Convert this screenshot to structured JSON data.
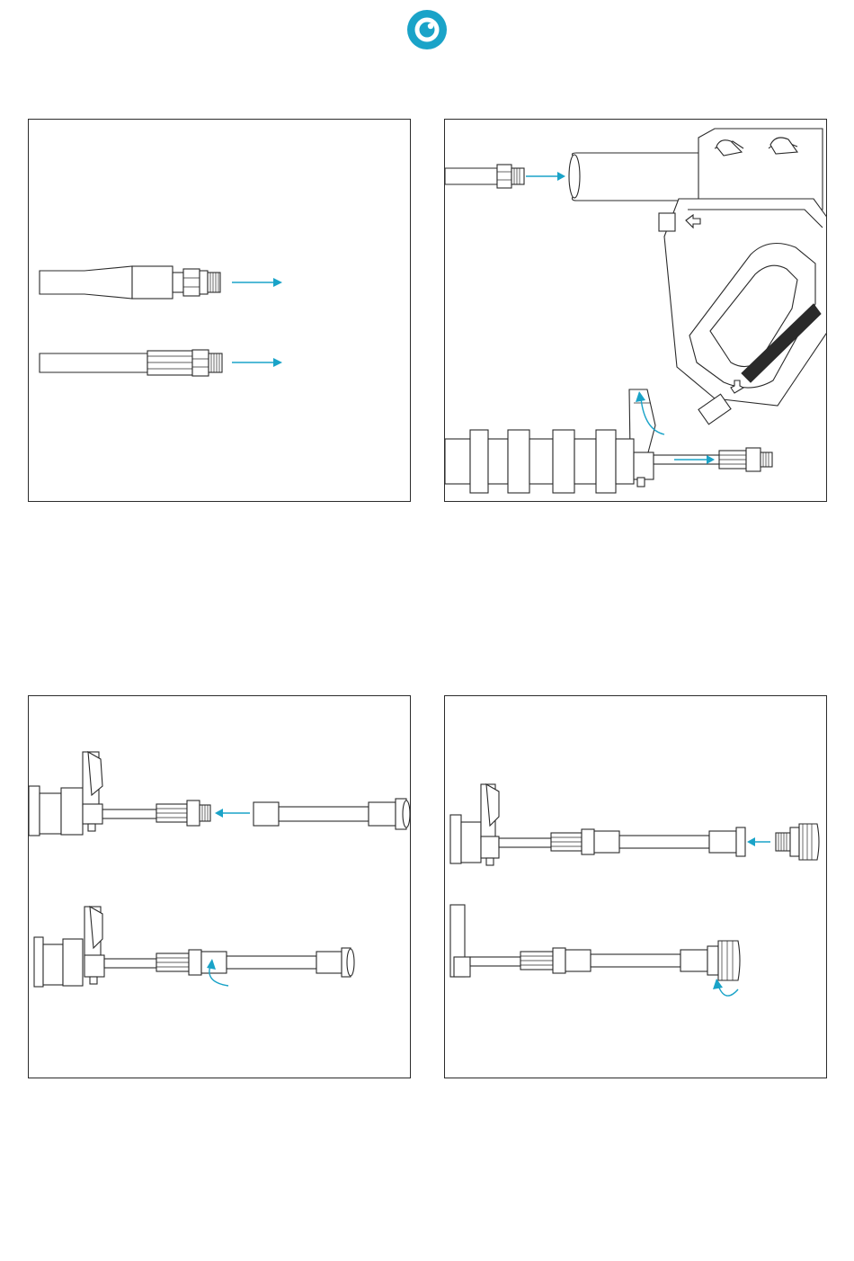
{
  "colors": {
    "accent": "#1aa3c8",
    "line": "#2a2a2a",
    "background": "#ffffff"
  },
  "icons": {
    "logo": "brand-logo-icon",
    "arrow": "direction-arrow-icon",
    "rotate": "rotate-arrow-icon"
  },
  "steps": [
    {
      "illustration": "hose-fitting-types"
    },
    {
      "illustration": "gun-inlet-attach-lance"
    },
    {
      "illustration": "lance-extension-attach"
    },
    {
      "illustration": "nozzle-attach-tighten"
    }
  ]
}
